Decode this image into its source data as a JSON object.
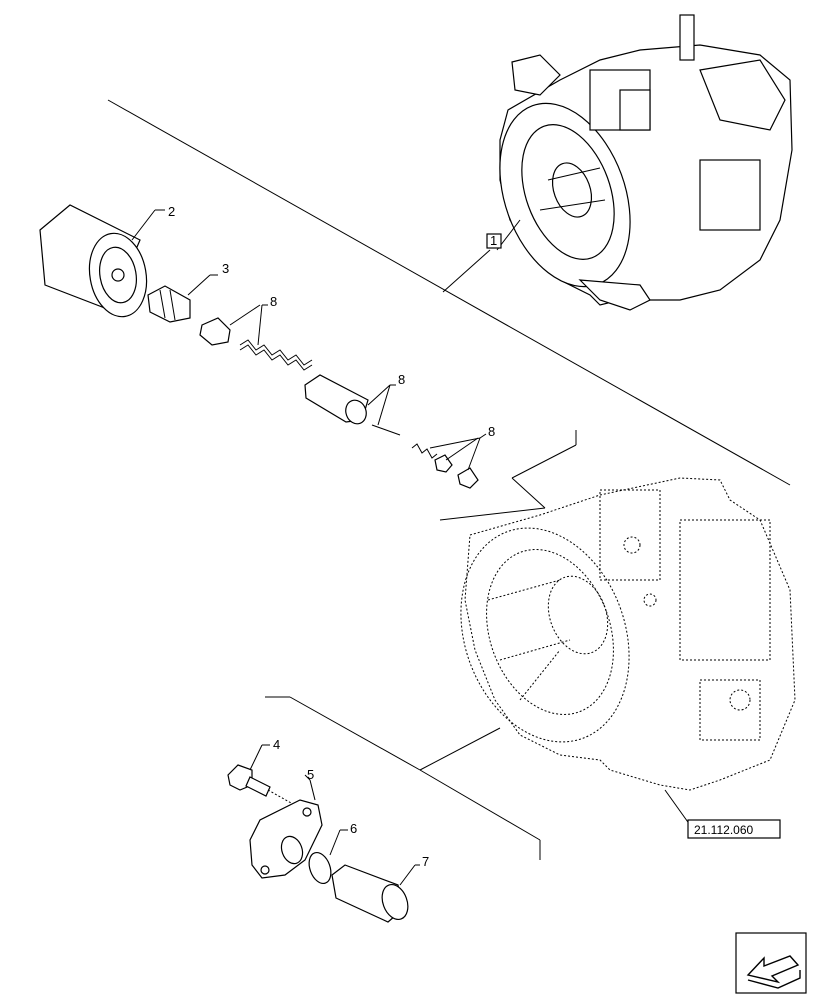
{
  "callouts": {
    "c1": "1",
    "c2": "2",
    "c3": "3",
    "c4": "4",
    "c5": "5",
    "c6": "6",
    "c7": "7",
    "c8a": "8",
    "c8b": "8",
    "c8c": "8"
  },
  "reference": {
    "label": "21.112.060"
  },
  "nav": {
    "icon": "arrow-down-left-icon"
  }
}
